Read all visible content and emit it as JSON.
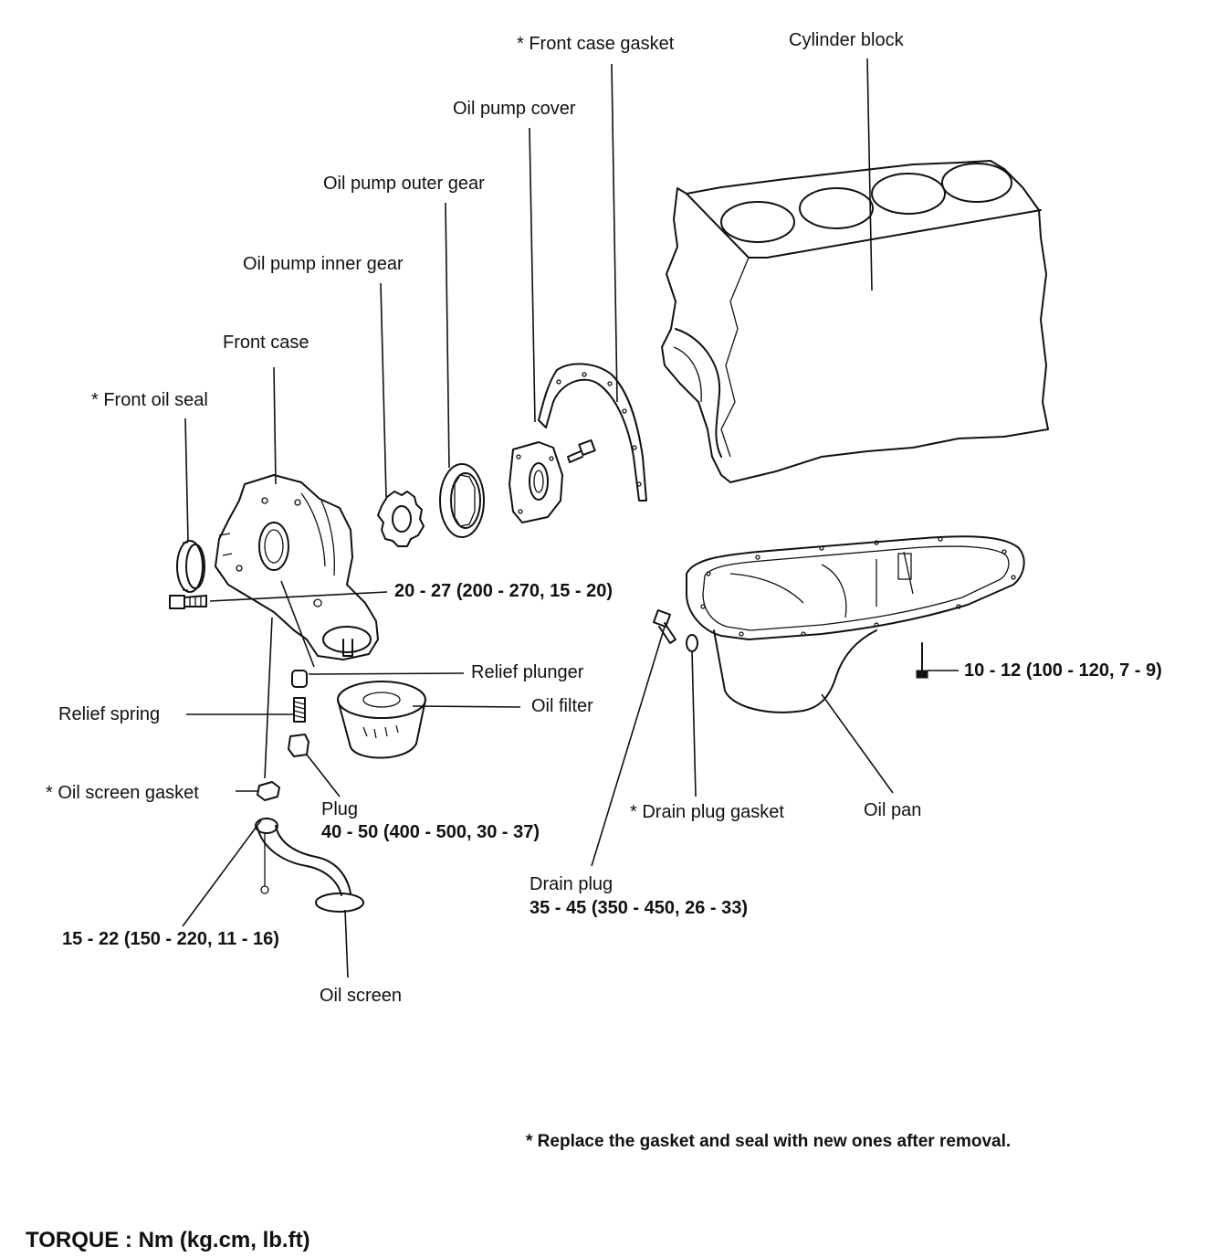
{
  "labels": {
    "front_case_gasket": "* Front case gasket",
    "cylinder_block": "Cylinder block",
    "oil_pump_cover": "Oil pump cover",
    "oil_pump_outer_gear": "Oil pump outer gear",
    "oil_pump_inner_gear": "Oil pump inner gear",
    "front_case": "Front case",
    "front_oil_seal": "* Front oil seal",
    "relief_plunger": "Relief plunger",
    "oil_filter": "Oil filter",
    "relief_spring": "Relief spring",
    "oil_screen_gasket": "* Oil screen gasket",
    "plug": "Plug",
    "drain_plug_gasket": "* Drain plug gasket",
    "oil_pan": "Oil pan",
    "drain_plug": "Drain plug",
    "oil_screen": "Oil screen"
  },
  "torques": {
    "front_case_bolt": "20 - 27 (200 - 270, 15 - 20)",
    "oil_pan_bolt": "10 - 12 (100 - 120, 7 - 9)",
    "plug": "40 - 50 (400 - 500, 30 - 37)",
    "drain_plug": "35 - 45 (350 - 450, 26 - 33)",
    "oil_screen": "15 - 22 (150 - 220, 11 - 16)"
  },
  "footnote": "* Replace the gasket and seal with new ones after removal.",
  "torque_units": "TORQUE : Nm (kg.cm, lb.ft)"
}
